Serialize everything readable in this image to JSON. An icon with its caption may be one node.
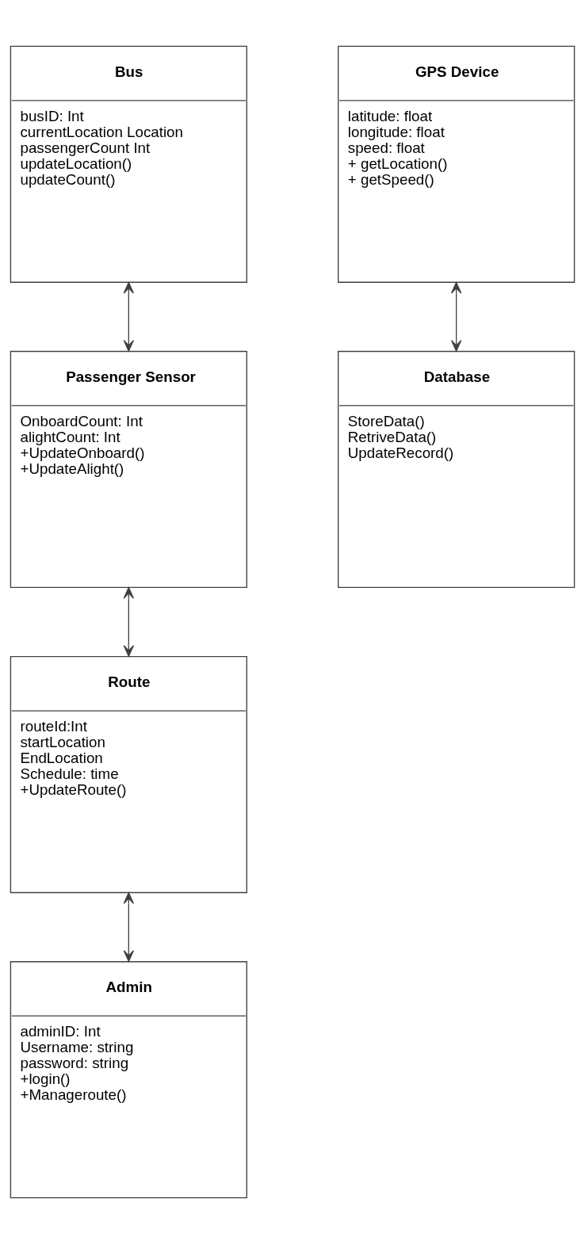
{
  "diagram": {
    "nodes": [
      {
        "text": [
          "Bus",
          "busID: Int",
          "currentLocation Location",
          "passengerCount Int",
          "updateLocation()",
          "updateCount()"
        ]
      },
      {
        "text": [
          "GPS Device",
          "latitude: float",
          "longitude: float",
          "speed: float",
          "+ getLocation()",
          "+ getSpeed()"
        ]
      },
      {
        "text": [
          "Passenger Sensor",
          "OnboardCount: Int",
          "alightCount: Int",
          "+UpdateOnboard()",
          "+UpdateAlight()"
        ]
      },
      {
        "text": [
          "Database",
          "StoreData()",
          "RetriveData()",
          "UpdateRecord()"
        ]
      },
      {
        "text": [
          "Route",
          "routeId:Int",
          "startLocation",
          "EndLocation",
          "Schedule: time",
          "+UpdateRoute()"
        ]
      },
      {
        "text": [
          "Admin",
          "adminID: Int",
          "Username: string",
          "password: string",
          "+login()",
          "+Manageroute()"
        ]
      }
    ],
    "edges": [
      {
        "from": 0,
        "to": 2,
        "arrow": "both"
      },
      {
        "from": 1,
        "to": 3,
        "arrow": "both"
      },
      {
        "from": 2,
        "to": 4,
        "arrow": "both"
      },
      {
        "from": 4,
        "to": 5,
        "arrow": "both"
      }
    ]
  }
}
